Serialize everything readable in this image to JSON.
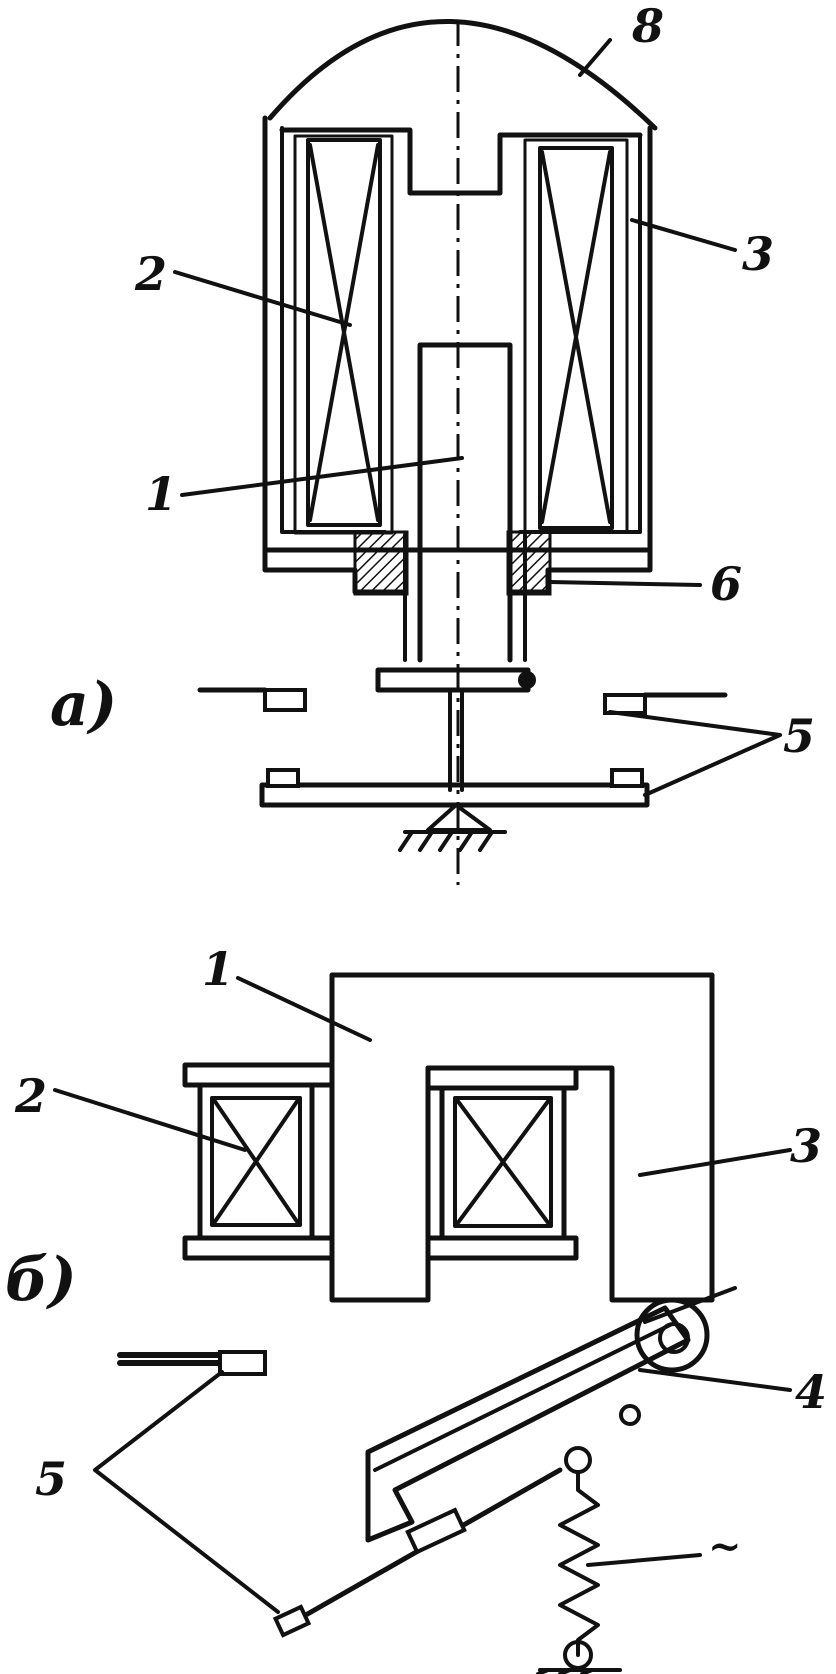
{
  "figure_a": {
    "panel_label": "a)",
    "callouts": {
      "armature": "1",
      "coil": "2",
      "housing": "3",
      "contacts": "5",
      "bushing": "6",
      "cap": "8"
    }
  },
  "figure_b": {
    "panel_label": "б)",
    "callouts": {
      "core": "1",
      "coil": "2",
      "yoke": "3",
      "armature": "4",
      "contacts": "5",
      "spring": "~"
    }
  }
}
